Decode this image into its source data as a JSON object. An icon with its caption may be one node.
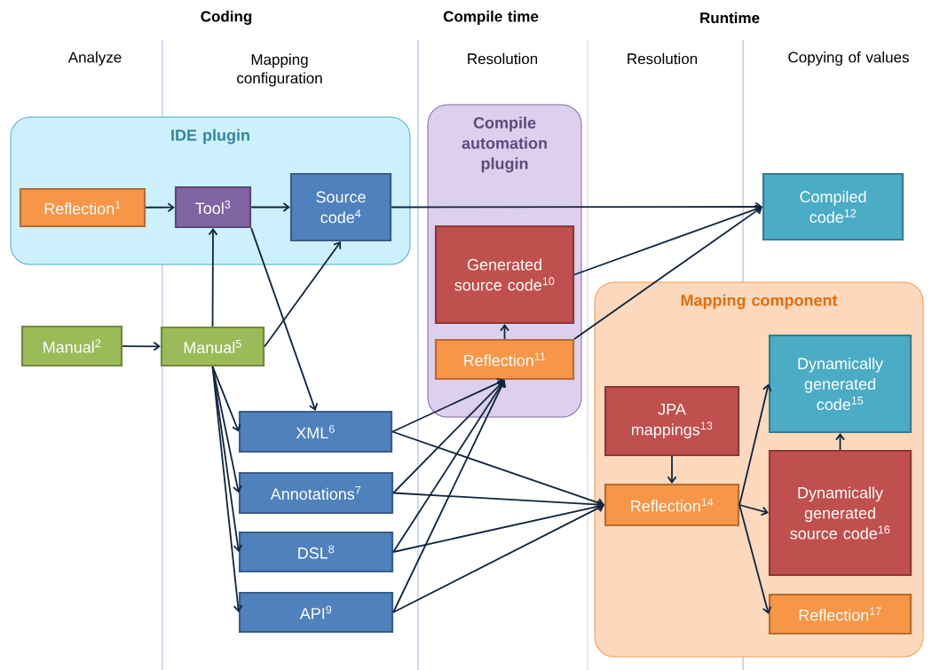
{
  "diagram": {
    "nodes": [
      {
        "text": [
          "IDE plugin"
        ]
      },
      {
        "text": [
          "Reflection$^{1}$"
        ],
        "in": 0
      },
      {
        "text": [
          "Tool$^{3}$"
        ],
        "in": 0
      },
      {
        "text": [
          "Source code$^{4}$"
        ],
        "in": 0
      },
      {
        "text": [
          "Manual$^{2}$"
        ]
      },
      {
        "text": [
          "Manual$^{5}$"
        ]
      },
      {
        "text": [
          "Compile automation plugin"
        ]
      },
      {
        "text": [
          "Generated source code$^{10}$"
        ],
        "in": 6
      },
      {
        "text": [
          "Reflection$^{11}$"
        ],
        "in": 6
      },
      {
        "text": [
          "Compiled code$^{12}$"
        ]
      },
      {
        "text": [
          "XML$^{6}$"
        ]
      },
      {
        "text": [
          "Annotations$^{7}$"
        ]
      },
      {
        "text": [
          "DSL$^{8}$"
        ]
      },
      {
        "text": [
          "API$^{9}$"
        ]
      },
      {
        "text": [
          "Mapping component"
        ]
      },
      {
        "text": [
          "JPA mappings$^{13}$"
        ],
        "in": 14
      },
      {
        "text": [
          "Reflection$^{14}$"
        ],
        "in": 14
      },
      {
        "text": [
          "Dynamically generated code$^{15}$"
        ],
        "in": 14
      },
      {
        "text": [
          "Dynamically generated source code$^{16}$"
        ],
        "in": 14
      },
      {
        "text": [
          "Reflection$^{17}$"
        ],
        "in": 14
      }
    ],
    "edges": [
      {
        "from": 1,
        "to": 2,
        "arrow": "to"
      },
      {
        "from": 2,
        "to": 3,
        "arrow": "to"
      },
      {
        "from": 3,
        "to": 9,
        "arrow": "to"
      },
      {
        "from": 2,
        "to": 10,
        "arrow": "to"
      },
      {
        "from": 4,
        "to": 5,
        "arrow": "to"
      },
      {
        "from": 5,
        "to": 2,
        "arrow": "to"
      },
      {
        "from": 5,
        "to": 3,
        "arrow": "to"
      },
      {
        "from": 5,
        "to": 10,
        "arrow": "to"
      },
      {
        "from": 5,
        "to": 11,
        "arrow": "to"
      },
      {
        "from": 5,
        "to": 12,
        "arrow": "to"
      },
      {
        "from": 5,
        "to": 13,
        "arrow": "to"
      },
      {
        "from": 10,
        "to": 8,
        "arrow": "to"
      },
      {
        "from": 10,
        "to": 16,
        "arrow": "to"
      },
      {
        "from": 11,
        "to": 8,
        "arrow": "to"
      },
      {
        "from": 11,
        "to": 16,
        "arrow": "to"
      },
      {
        "from": 12,
        "to": 8,
        "arrow": "to"
      },
      {
        "from": 12,
        "to": 16,
        "arrow": "to"
      },
      {
        "from": 13,
        "to": 8,
        "arrow": "to"
      },
      {
        "from": 13,
        "to": 16,
        "arrow": "to"
      },
      {
        "from": 8,
        "to": 7,
        "arrow": "to"
      },
      {
        "from": 7,
        "to": 9,
        "arrow": "to"
      },
      {
        "from": 8,
        "to": 9,
        "arrow": "to"
      },
      {
        "from": 15,
        "to": 16,
        "arrow": "to"
      },
      {
        "from": 18,
        "to": 17,
        "arrow": "to"
      },
      {
        "from": 16,
        "to": 17,
        "arrow": "to"
      },
      {
        "from": 16,
        "to": 18,
        "arrow": "to"
      },
      {
        "from": 16,
        "to": 19,
        "arrow": "to"
      }
    ],
    "labels": [
      "Coding",
      "Compile time",
      "Runtime",
      "Analyze",
      "Mapping configuration",
      "Resolution",
      "Resolution",
      "Copying of values"
    ]
  }
}
